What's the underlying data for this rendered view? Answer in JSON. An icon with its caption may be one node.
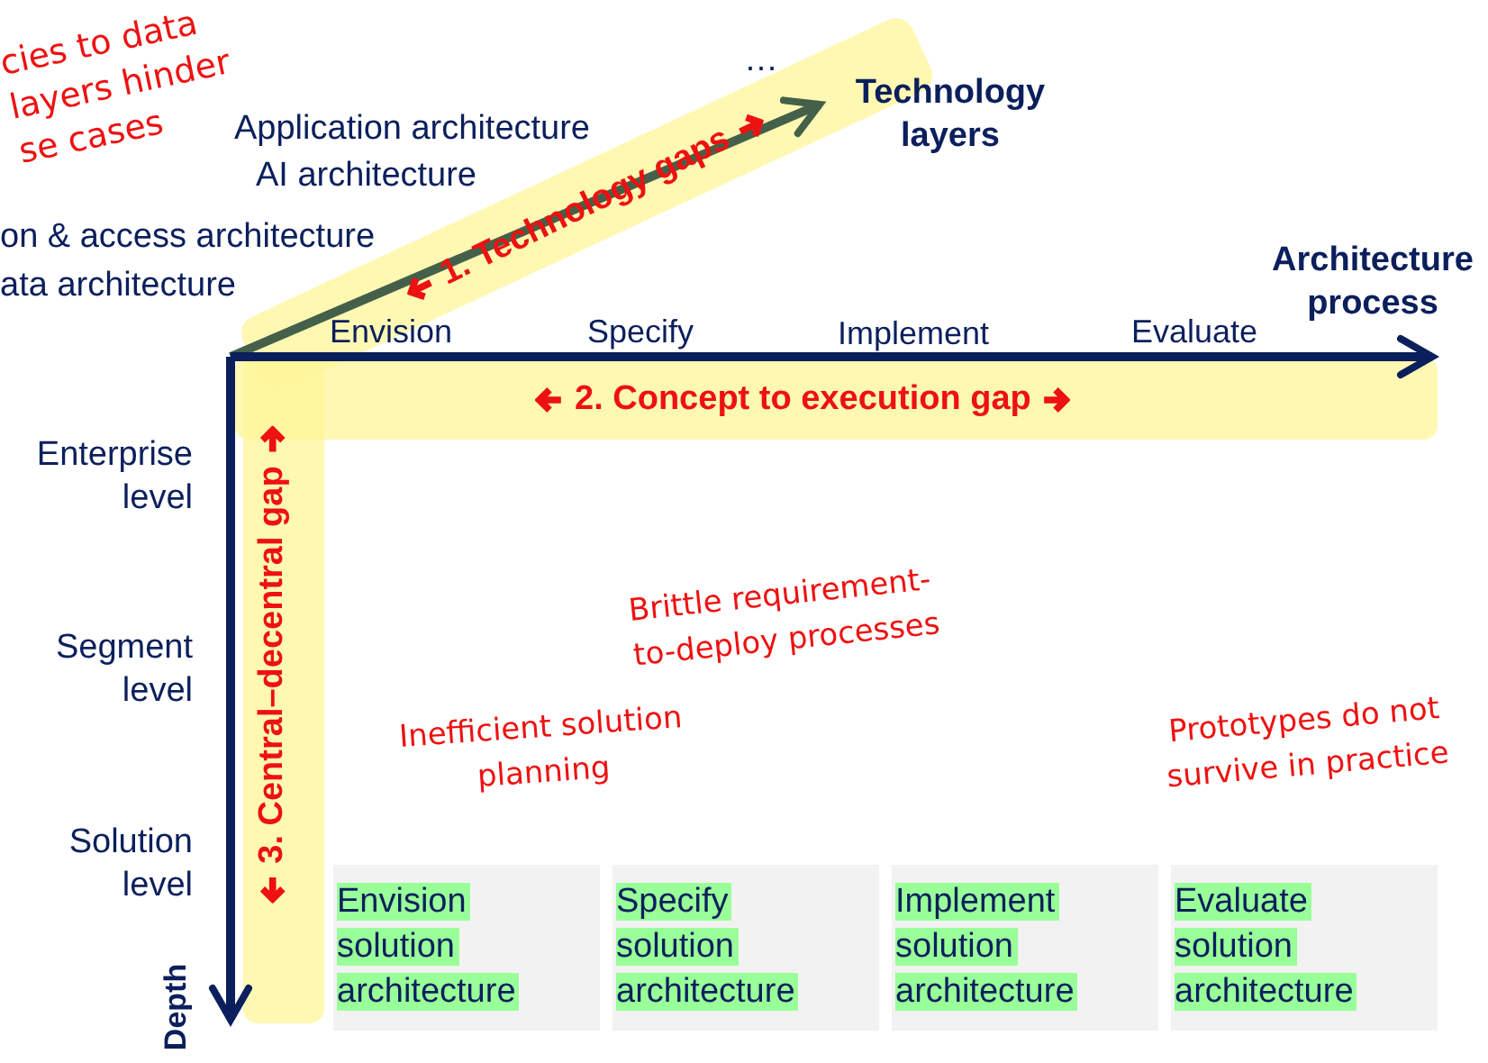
{
  "diagram": {
    "nodes": [
      {
        "text": [
          "Envision solution architecture"
        ]
      },
      {
        "text": [
          "Specify solution architecture"
        ]
      },
      {
        "text": [
          "Implement solution architecture"
        ]
      },
      {
        "text": [
          "Evaluate solution architecture"
        ]
      }
    ],
    "labels": [
      "cies to data layers hinder se cases",
      "…",
      "Technology layers",
      "Application architecture",
      "AI architecture",
      "1. Technology gaps",
      "on & access architecture",
      "ata architecture",
      "Architecture process",
      "Envision",
      "Specify",
      "Implement",
      "Evaluate",
      "2. Concept to execution gap",
      "Enterprise level",
      "3. Central–decentral gap",
      "Brittle requirement-to-deploy processes",
      "Segment level",
      "Inefficient solution planning",
      "Prototypes do not survive in practice",
      "Solution level",
      "Depth"
    ]
  }
}
